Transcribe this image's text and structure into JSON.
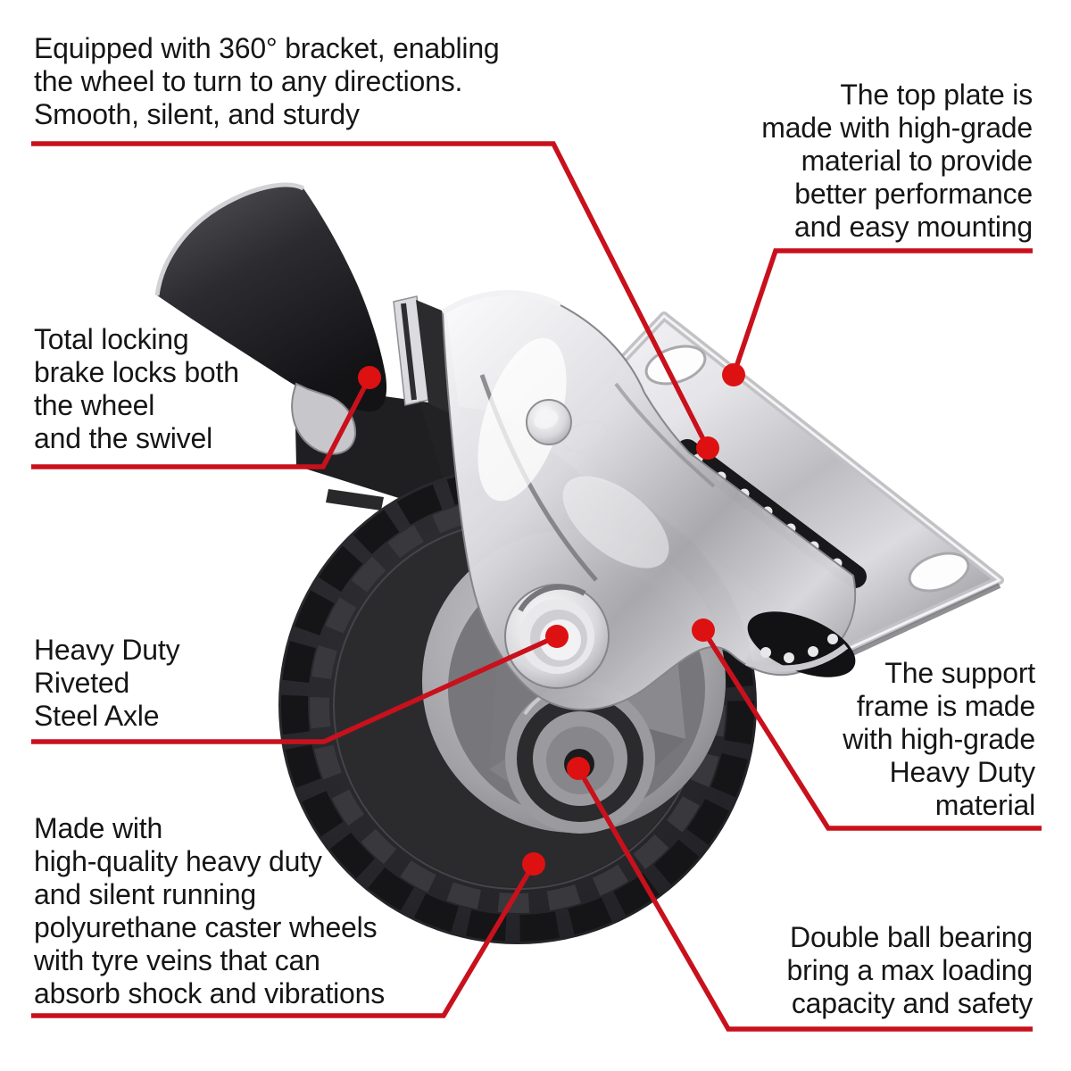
{
  "page": {
    "background_color": "#ffffff",
    "text_color": "#161616",
    "line_color": "#c8111c",
    "dot_color": "#dd1112"
  },
  "annotations": {
    "bracket": {
      "text": "Equipped with 360° bracket, enabling\nthe wheel to turn to any directions.\nSmooth, silent, and sturdy"
    },
    "top_plate": {
      "text": "The top plate is\nmade with high-grade\nmaterial to provide\nbetter performance\nand easy mounting"
    },
    "brake": {
      "text": "Total locking\nbrake locks both\nthe wheel\nand the swivel"
    },
    "axle": {
      "text": "Heavy Duty\nRiveted\nSteel Axle"
    },
    "support_frame": {
      "text": "The support\nframe is made\nwith high-grade\nHeavy Duty\nmaterial"
    },
    "wheel": {
      "text": "Made with\nhigh-quality heavy duty\nand silent running\npolyurethane caster wheels\nwith tyre veins that can\nabsorb shock and vibrations"
    },
    "ball_bearing": {
      "text": "Double ball bearing\nbring a max loading\ncapacity and safety"
    }
  }
}
